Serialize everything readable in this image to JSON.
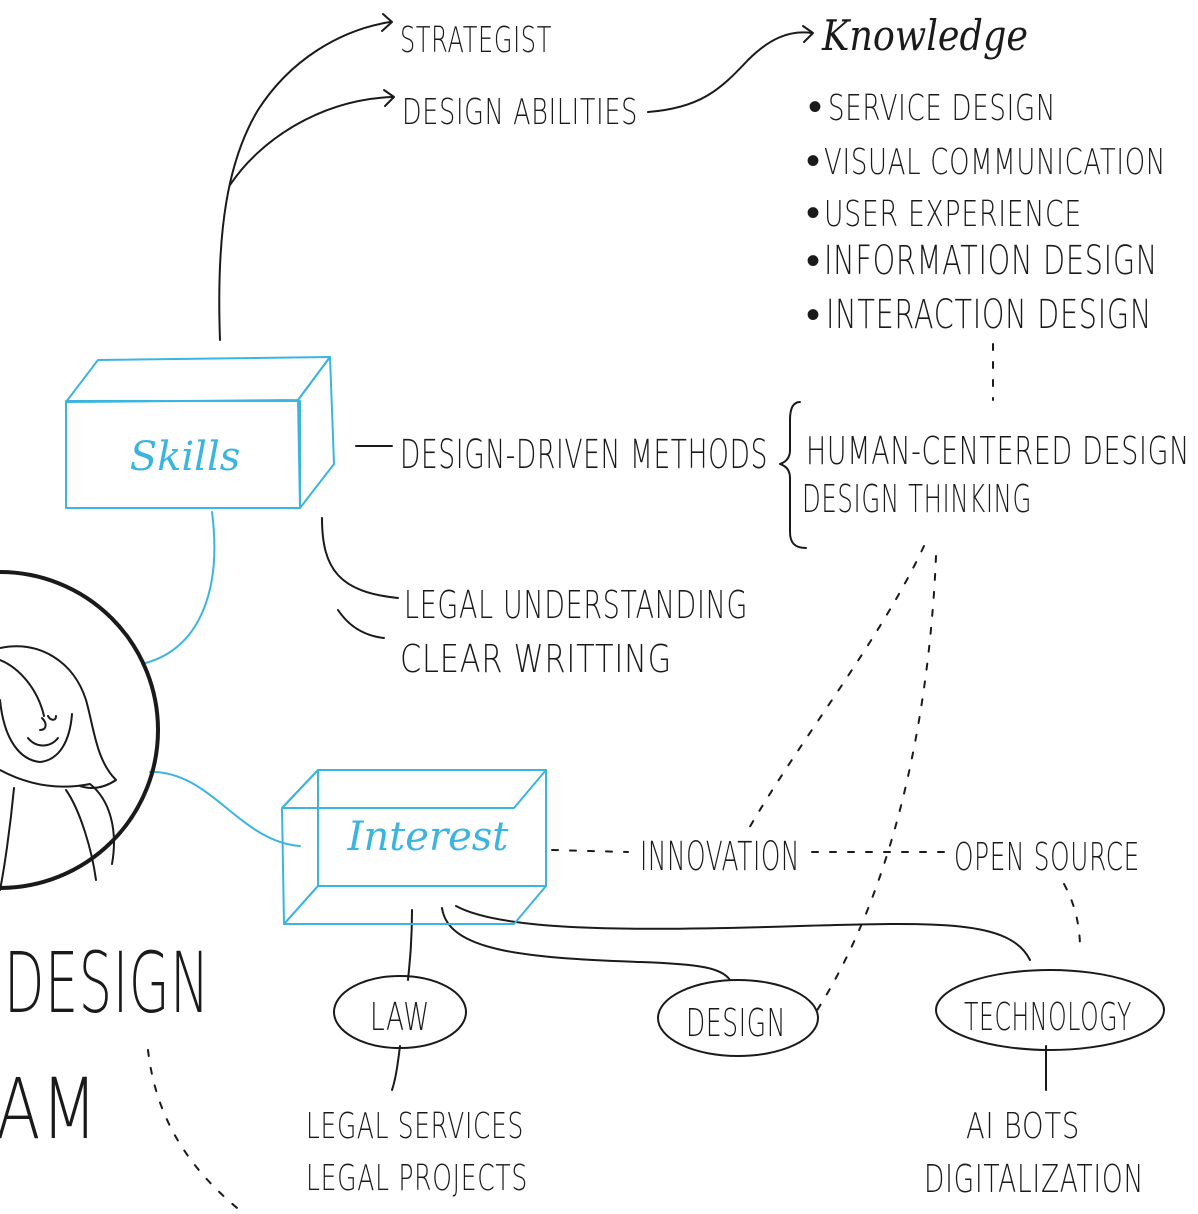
{
  "nodes": {
    "strategist": "STRATEGIST",
    "design_abilities": "DESIGN ABILITIES",
    "knowledge": "Knowledge",
    "skills": "Skills",
    "interest": "Interest",
    "design_driven_methods": "DESIGN-DRIVEN METHODS",
    "legal_understanding": "LEGAL UNDERSTANDING",
    "clear_writting": "CLEAR WRITTING",
    "innovation": "INNOVATION",
    "open_source": "OPEN SOURCE",
    "law": "LAW",
    "design": "DESIGN",
    "technology": "TECHNOLOGY",
    "title_line1": "DESIGN",
    "title_line2": "AM"
  },
  "knowledge_items": [
    "SERVICE DESIGN",
    "VISUAL COMMUNICATION",
    "USER EXPERIENCE",
    "INFORMATION DESIGN",
    "INTERACTION DESIGN"
  ],
  "methods_items": [
    "HUMAN-CENTERED DESIGN",
    "DESIGN THINKING"
  ],
  "law_items": [
    "LEGAL SERVICES",
    "LEGAL PROJECTS"
  ],
  "technology_items": [
    "AI BOTS",
    "DIGITALIZATION"
  ],
  "colors": {
    "ink": "#1a1a1a",
    "accent_blue": "#3bb5e0",
    "background": "#ffffff"
  }
}
